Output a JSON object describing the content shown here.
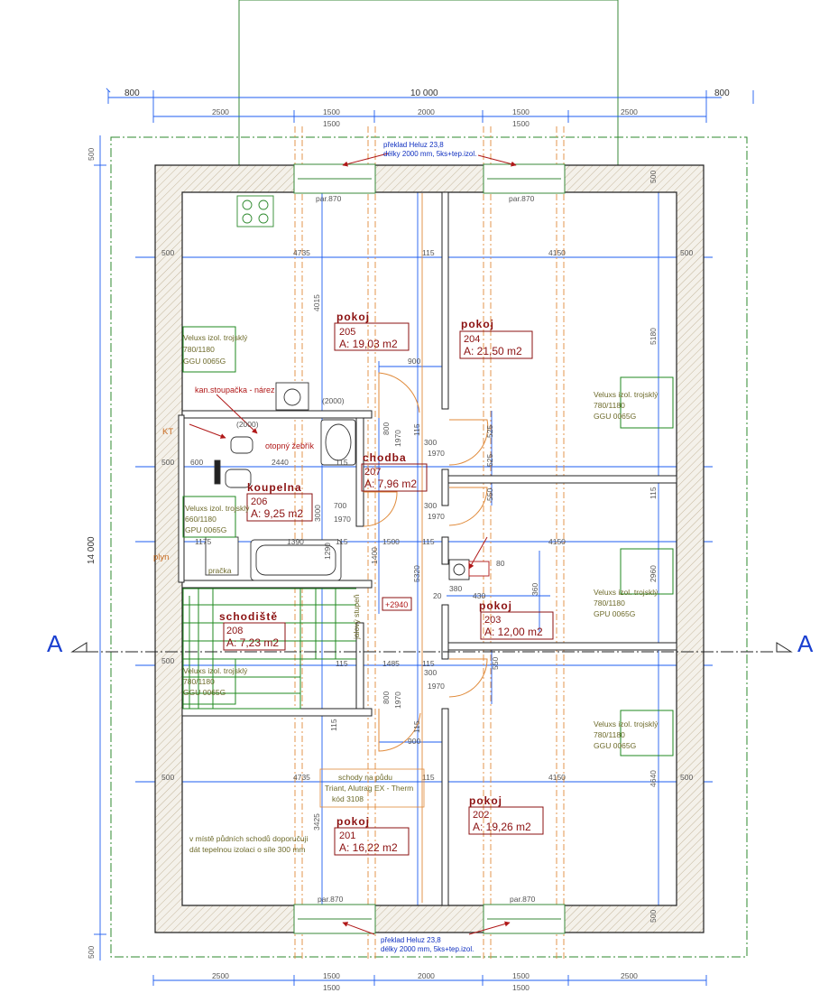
{
  "dimensions": {
    "top_total": "10 000",
    "left_ext": "800",
    "right_ext": "800",
    "top_row1": [
      "2500",
      "1500",
      "2000",
      "1500",
      "2500"
    ],
    "top_row1_sub": [
      "1500",
      "1500"
    ],
    "bottom_row": [
      "2500",
      "1500",
      "2000",
      "1500",
      "2500"
    ],
    "bottom_row_sub": [
      "1500",
      "1500"
    ],
    "left_total": "14 000",
    "left_top": "500",
    "left_bottom": "500",
    "inner": {
      "d4735a": "4735",
      "d115a": "115",
      "d4150a": "4150",
      "d500a": "500",
      "d500b": "500",
      "d4015": "4015",
      "d5180": "5180",
      "d900a": "900",
      "d1970a": "1970",
      "d800a": "800",
      "d115b": "115",
      "d525a": "525",
      "d525b": "525",
      "d300a": "300",
      "d1970b": "1970",
      "d500c": "500",
      "d600": "600",
      "d2440": "2440",
      "d115c": "115",
      "d300b": "300",
      "d1970c": "1970",
      "d550a": "550",
      "d700": "700",
      "d1970d": "1970",
      "d3000": "3000",
      "d1400": "1400",
      "d1175": "1175",
      "d1390": "1390",
      "d1290": "1290",
      "d115d": "115",
      "d1500": "1500",
      "d115e": "115",
      "d4150b": "4150",
      "d900b": "900",
      "d5320": "5320",
      "d2960": "2960",
      "d115f": "115",
      "d380": "380",
      "d430": "430",
      "d80": "80",
      "d360": "360",
      "d1485": "1485",
      "d115g": "115",
      "d300c": "300",
      "d1970e": "1970",
      "d550b": "550",
      "d800b": "800",
      "d115h": "115",
      "d900c": "900",
      "d4735b": "4735",
      "d115i": "115",
      "d4150c": "4150",
      "d500d": "500",
      "d500e": "500",
      "d3425": "3425",
      "d4640": "4640",
      "d500f": "500",
      "d500g": "500",
      "d115j": "115",
      "d20": "20",
      "d115k": "115",
      "d2000s": "(2000)",
      "d2000t": "(2000)"
    }
  },
  "lintel_top": {
    "line1": "překlad Heluz 23,8",
    "line2": "délky 2000 mm, 5ks+tep.izol."
  },
  "lintel_bottom": {
    "line1": "překlad Heluz 23,8",
    "line2": "délky 2000 mm, 5ks+tep.izol."
  },
  "par870": [
    "par.870",
    "par.870",
    "par.870",
    "par.870"
  ],
  "rooms": {
    "r205": {
      "name": "pokoj",
      "no": "205",
      "area": "A: 19,03 m2"
    },
    "r204": {
      "name": "pokoj",
      "no": "204",
      "area": "A: 21,50 m2"
    },
    "r207": {
      "name": "chodba",
      "no": "207",
      "area": "A: 7,96 m2"
    },
    "r206": {
      "name": "koupelna",
      "no": "206",
      "area": "A: 9,25 m2"
    },
    "r208": {
      "name": "schodiště",
      "no": "208",
      "area": "A: 7,23 m2"
    },
    "r203": {
      "name": "pokoj",
      "no": "203",
      "area": "A: 12,00 m2"
    },
    "r201": {
      "name": "pokoj",
      "no": "201",
      "area": "A: 16,22 m2"
    },
    "r202": {
      "name": "pokoj",
      "no": "202",
      "area": "A: 19,26 m2"
    }
  },
  "veluxes": {
    "v1": {
      "l1": "Veluxs izol. trojsklý",
      "l2": "780/1180",
      "l3": "GGU 0065G"
    },
    "v2": {
      "l1": "Veluxs izol. trojsklý",
      "l2": "780/1180",
      "l3": "GGU 0065G"
    },
    "v3": {
      "l1": "Veluxs izol. trojsklý",
      "l2": "660/1180",
      "l3": "GPU 0065G"
    },
    "v4": {
      "l1": "Veluxs izol. trojsklý",
      "l2": "780/1180",
      "l3": "GPU 0065G"
    },
    "v5": {
      "l1": "Veluxs izol. trojsklý",
      "l2": "780/1180",
      "l3": "GGU 0065G"
    },
    "v6": {
      "l1": "Veluxs izol. trojsklý",
      "l2": "780/1180",
      "l3": "GGU 0065G"
    }
  },
  "labels": {
    "kan": "kan.stoupačka - nárez",
    "otopny": "otopný žebřík",
    "kt": "KT",
    "plyn": "plyn",
    "pracka": "pračka",
    "jalovy": "jalový stupeň",
    "level": "+2940",
    "attic1": "schody na půdu",
    "attic2": "Triant, Alutrag EX - Therm",
    "attic3": "kód 3108",
    "note1": "v místě půdních schodů doporučuji",
    "note2": "dát tepelnou izolaci o síle 300 mm"
  },
  "section": {
    "left": "A",
    "right": "A"
  },
  "colors": {
    "wall": "#222222",
    "blue": "#1e5ef0",
    "green": "#1f8a1f",
    "orange": "#e08a3a",
    "red": "#b01818",
    "olive": "#6d6a2a"
  }
}
